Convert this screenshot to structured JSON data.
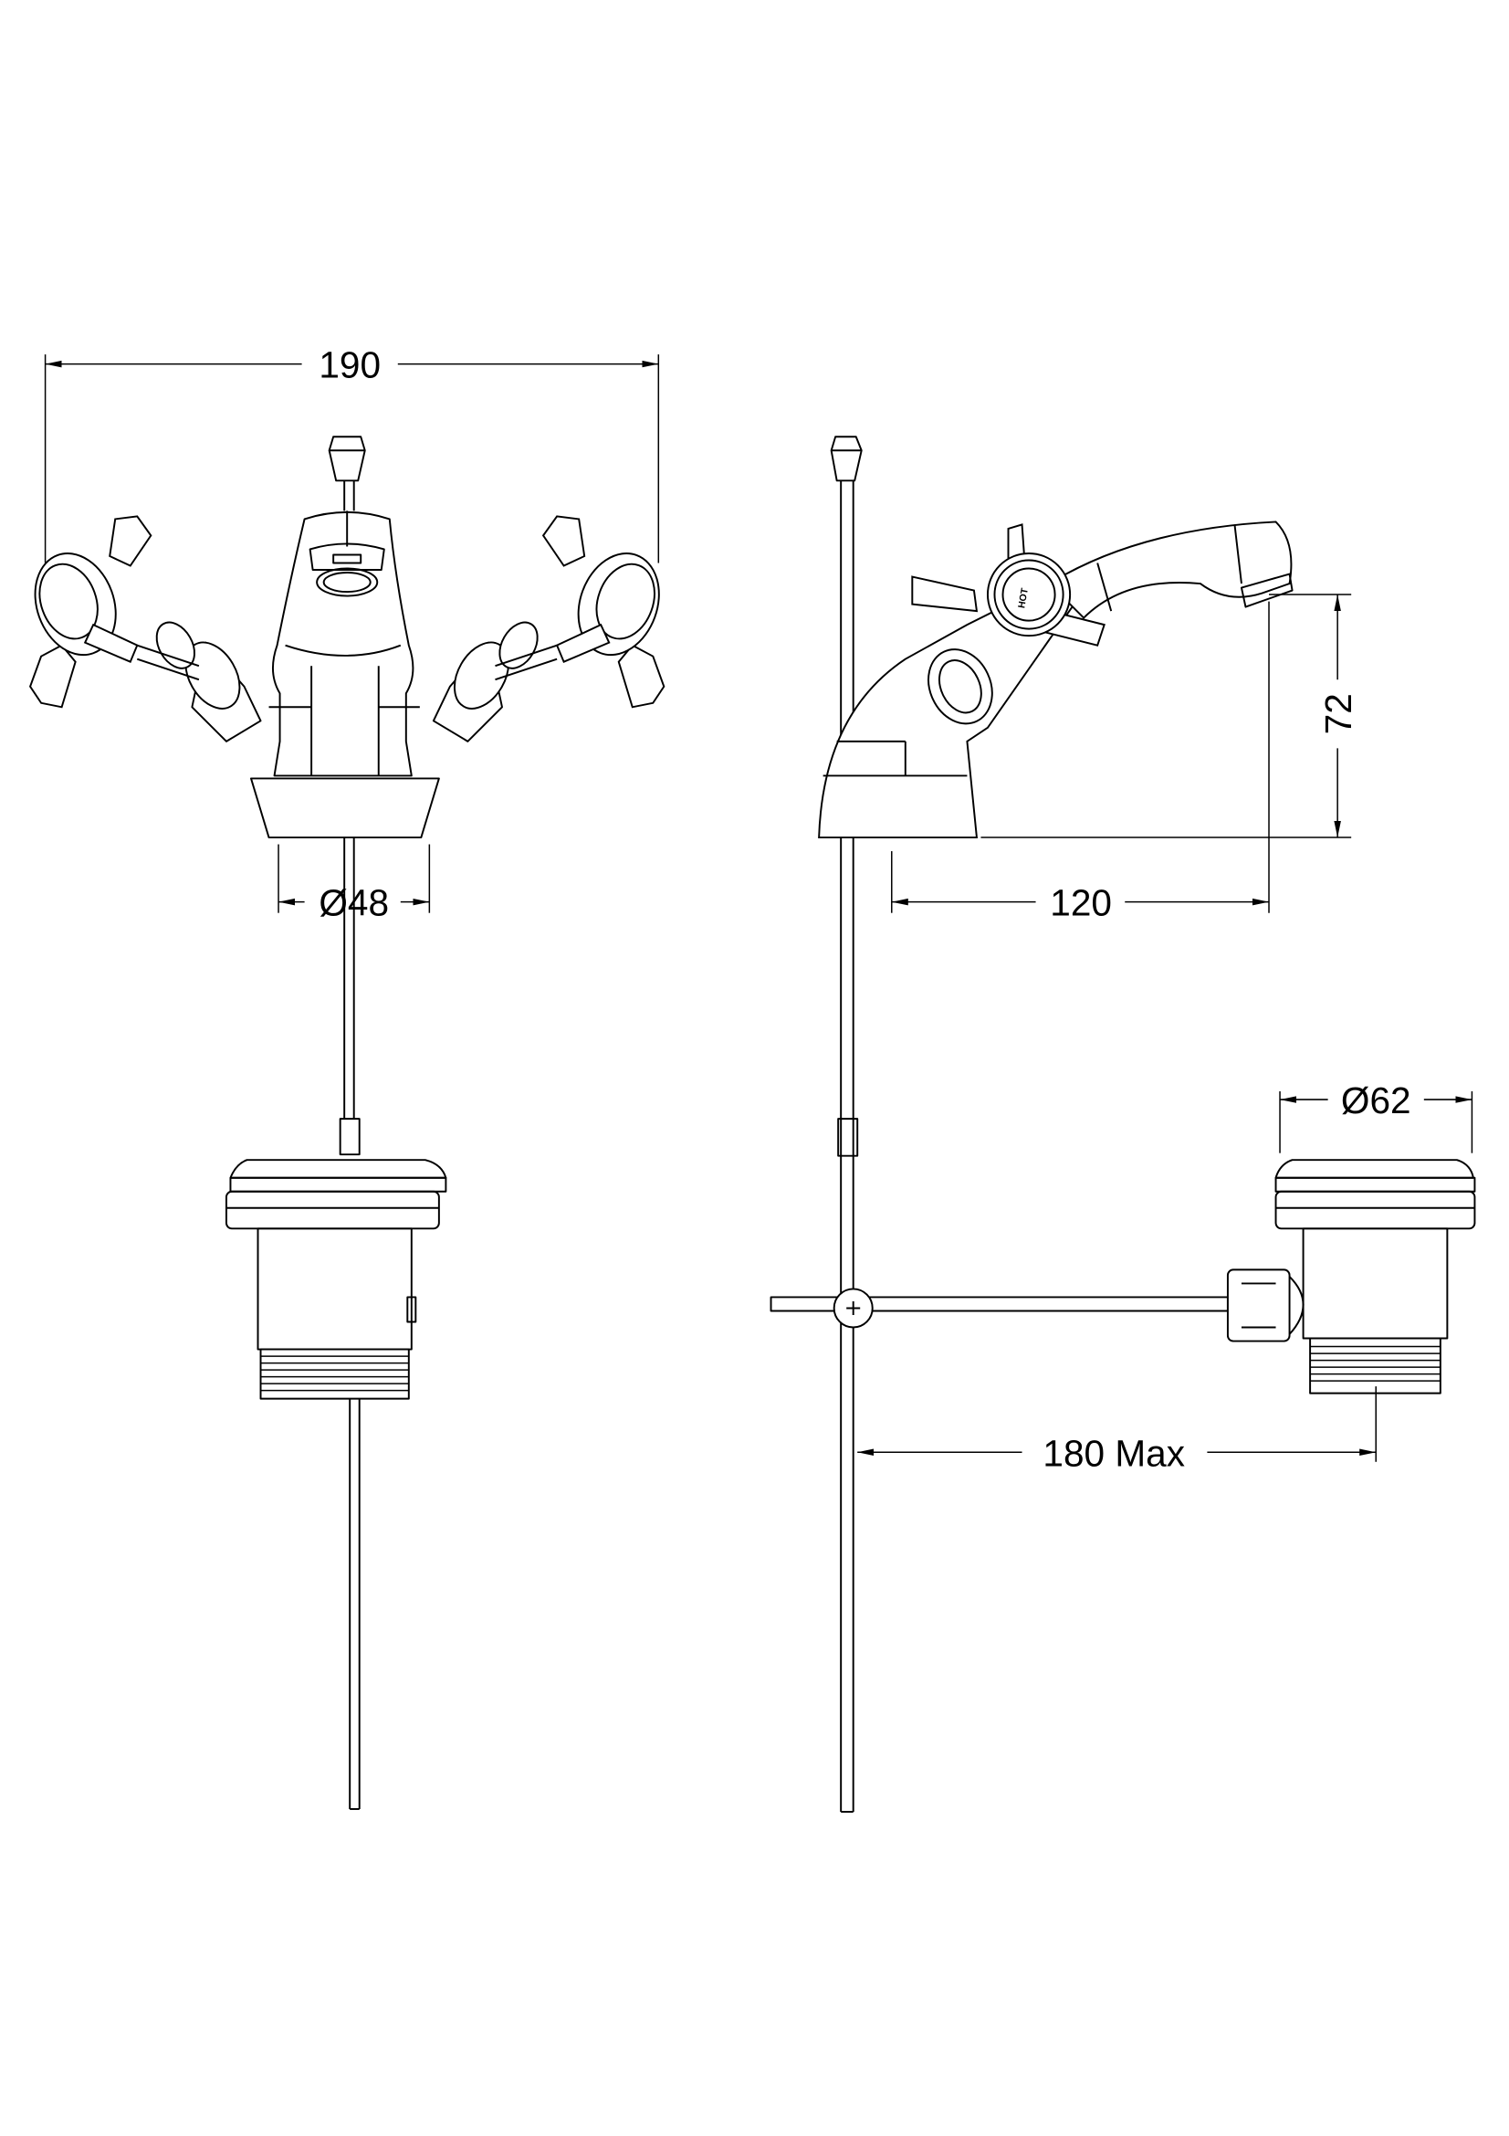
{
  "drawing": {
    "front_view": {
      "width_dimension": "190",
      "base_diameter_dimension": "Ø48"
    },
    "side_view": {
      "spout_height_dimension": "72",
      "spout_reach_dimension": "120",
      "handle_marking": "HOT"
    },
    "waste": {
      "waste_diameter_dimension": "Ø62",
      "linkage_length_dimension": "180 Max"
    },
    "colors": {
      "line": "#000000",
      "background": "#ffffff"
    }
  }
}
